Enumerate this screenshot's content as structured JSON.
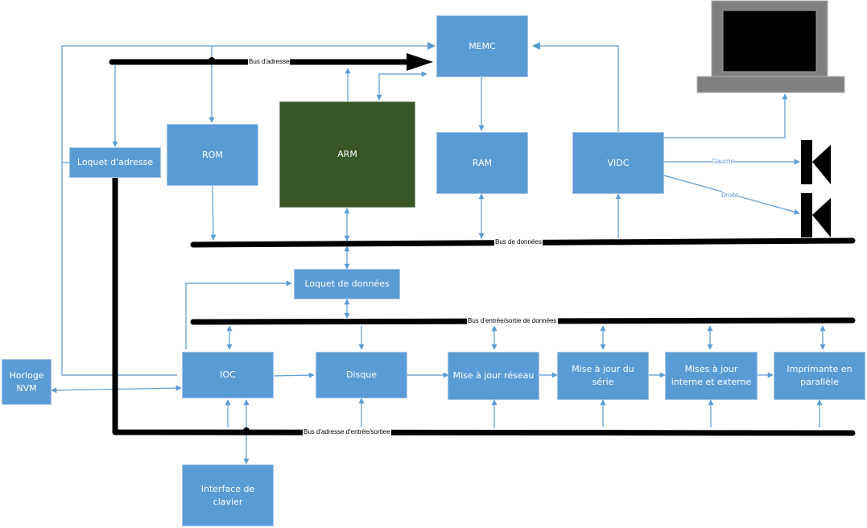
{
  "diagram": {
    "colors": {
      "node_blue": "#5b9bd5",
      "node_cpu": "#375623",
      "bus": "#000000",
      "connector": "#5b9bd5",
      "monitor_frame": "#808080",
      "monitor_screen": "#000000"
    },
    "nodes": {
      "memc": "MEMC",
      "rom": "ROM",
      "arm": "ARM",
      "ram": "RAM",
      "vidc": "VIDC",
      "address_latch": "Loquet d'adresse",
      "data_latch": "Loquet de données",
      "ioc": "IOC",
      "disk": "Disque",
      "network": "Mise à jour réseau",
      "serial": "Mise à jour du\nsérie",
      "int_ext": "Mises à jour\ninterne et externe",
      "printer": "Imprimante en\nparallèle",
      "nvm_clock": "Horloge\nNVM",
      "keyboard": "Interface de\nclavier"
    },
    "buses": {
      "address_bus": "Bus d'adresse",
      "data_bus": "Bus de données",
      "io_data_bus": "Bus d'entrée/sortie de données",
      "io_address_bus": "Bus d'adresse d'entrée/sortiee"
    },
    "edge_labels": {
      "left": "Gauche",
      "right": "Droite"
    },
    "peripherals": {
      "monitor": "monitor-icon",
      "speaker_left": "speaker-icon",
      "speaker_right": "speaker-icon"
    }
  }
}
